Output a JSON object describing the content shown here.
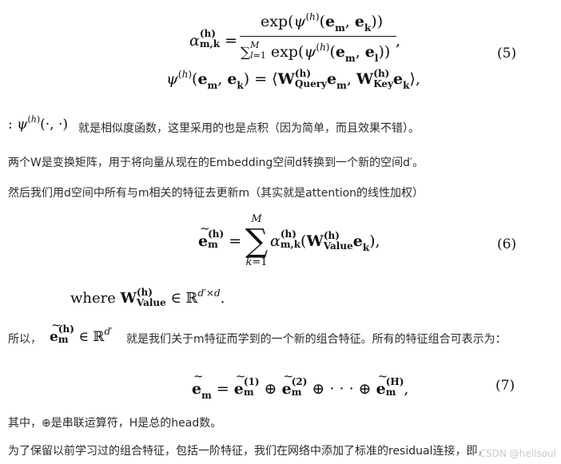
{
  "equations": {
    "eq5_number": "(5)",
    "eq6_number": "(6)",
    "eq7_number": "(7)"
  },
  "text": {
    "line1": "就是相似度函数，这里采用的也是点积（因为简单，而且效果不错）。",
    "line2": "两个W是变换矩阵，用于将向量从现在的Embedding空间d转换到一个新的空间d′。",
    "line3": "然后我们用d空间中所有与m相关的特征去更新m（其实就是attention的线性加权）",
    "line4_prefix": "所以，",
    "line4_suffix": "就是我们关于m特征而学到的一个新的组合特征。所有的特征组合可表示为：",
    "line5": "其中，⊕是串联运算符，H是总的head数。",
    "line6": "为了保留以前学习过的组合特征，包括一阶特征，我们在网络中添加了标准的residual连接，即，"
  },
  "watermark": "CSDN @hellsoul"
}
